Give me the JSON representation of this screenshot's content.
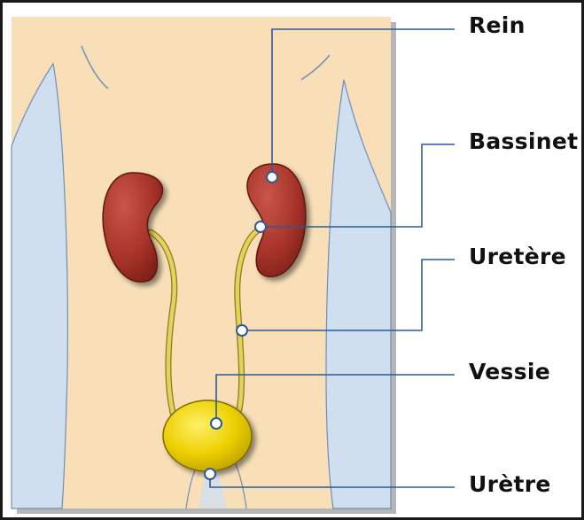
{
  "labels": {
    "rein": "Rein",
    "bassinet": "Bassinet",
    "uretere": "Uretère",
    "vessie": "Vessie",
    "uretre": "Urètre"
  },
  "colors": {
    "background_panel": "#f8dfb8",
    "body_contour": "#cfdff0",
    "kidney": "#a8342a",
    "ureter": "#e4d25a",
    "bladder": "#e9c800",
    "leader_line": "#2d5a96",
    "frame": "#1a1a1a"
  }
}
